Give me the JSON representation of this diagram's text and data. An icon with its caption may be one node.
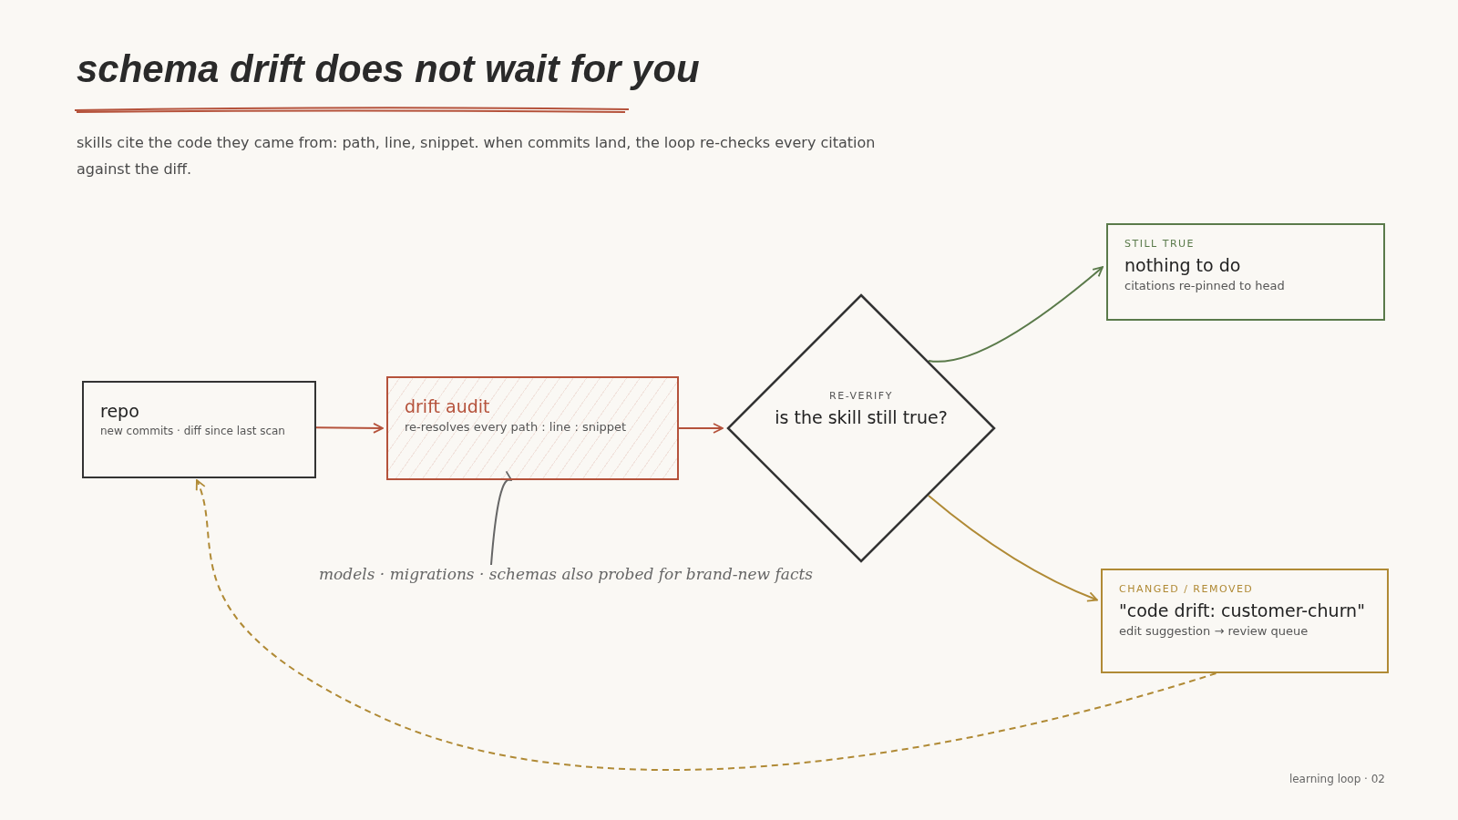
{
  "diagram": {
    "title": "schema drift does not wait for you",
    "nodes": [
      {
        "text": [
          "repo",
          "new commits · diff since last scan"
        ]
      },
      {
        "text": [
          "drift audit",
          "re-resolves every path : line : snippet"
        ]
      },
      {
        "text": [
          "RE-VERIFY",
          "is the skill still true?"
        ]
      },
      {
        "text": [
          "STILL TRUE",
          "nothing to do",
          "citations re-pinned to head"
        ]
      },
      {
        "text": [
          "CHANGED / REMOVED",
          "\"code drift: customer-churn\"",
          "edit suggestion → review queue"
        ]
      },
      {
        "text": [
          "models · migrations · schemas also probed for brand-new facts"
        ]
      }
    ],
    "edges": [
      {
        "from": 0,
        "to": 1,
        "arrow": "to",
        "color": "#b5523b"
      },
      {
        "from": 1,
        "to": 2,
        "arrow": "to",
        "color": "#b5523b"
      },
      {
        "from": 2,
        "to": 3,
        "arrow": "to",
        "color": "#5a7a4a"
      },
      {
        "from": 2,
        "to": 4,
        "arrow": "to",
        "color": "#b08a35"
      },
      {
        "from": 4,
        "to": 0,
        "arrow": "to",
        "style": "dashed",
        "color": "#b08a35"
      },
      {
        "from": 5,
        "to": 1,
        "arrow": "to",
        "color": "#666666"
      }
    ],
    "labels": [
      "skills cite the code they came from: path, line, snippet. when commits land, the loop re-checks every citation against the diff.",
      "learning loop · 02"
    ]
  }
}
